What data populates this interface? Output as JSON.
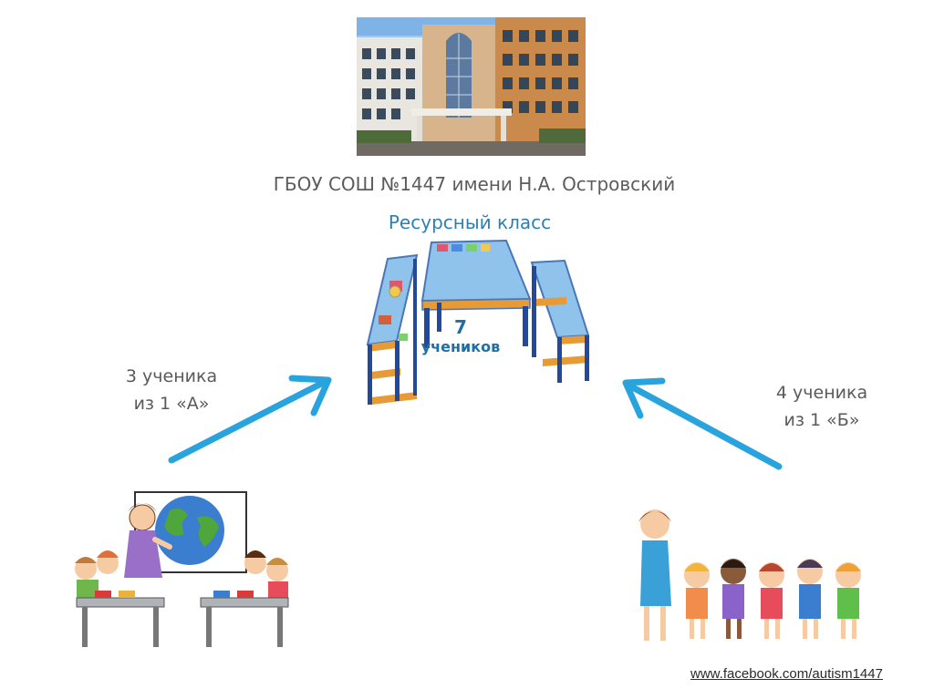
{
  "header": {
    "school_name": "ГБОУ СОШ №1447 имени Н.А. Островский",
    "class_title": "Ресурсный класс"
  },
  "center": {
    "count_number": "7",
    "count_label": "учеников"
  },
  "left_group": {
    "line1": "3 ученика",
    "line2": "из 1 «А»"
  },
  "right_group": {
    "line1": "4 ученика",
    "line2": "из 1 «Б»"
  },
  "footer": {
    "link_text": "www.facebook.com/autism1447"
  },
  "colors": {
    "arrow": "#29a3dd",
    "title_blue": "#2e7fb3",
    "desk_blue": "#8fc3ec",
    "shelf_orange": "#e69b36"
  },
  "icons": [
    "school-building-photo",
    "resource-classroom-furniture",
    "classroom-teacher-globe-illustration",
    "teacher-with-children-illustration",
    "arrow-right-up-icon",
    "arrow-left-up-icon"
  ]
}
